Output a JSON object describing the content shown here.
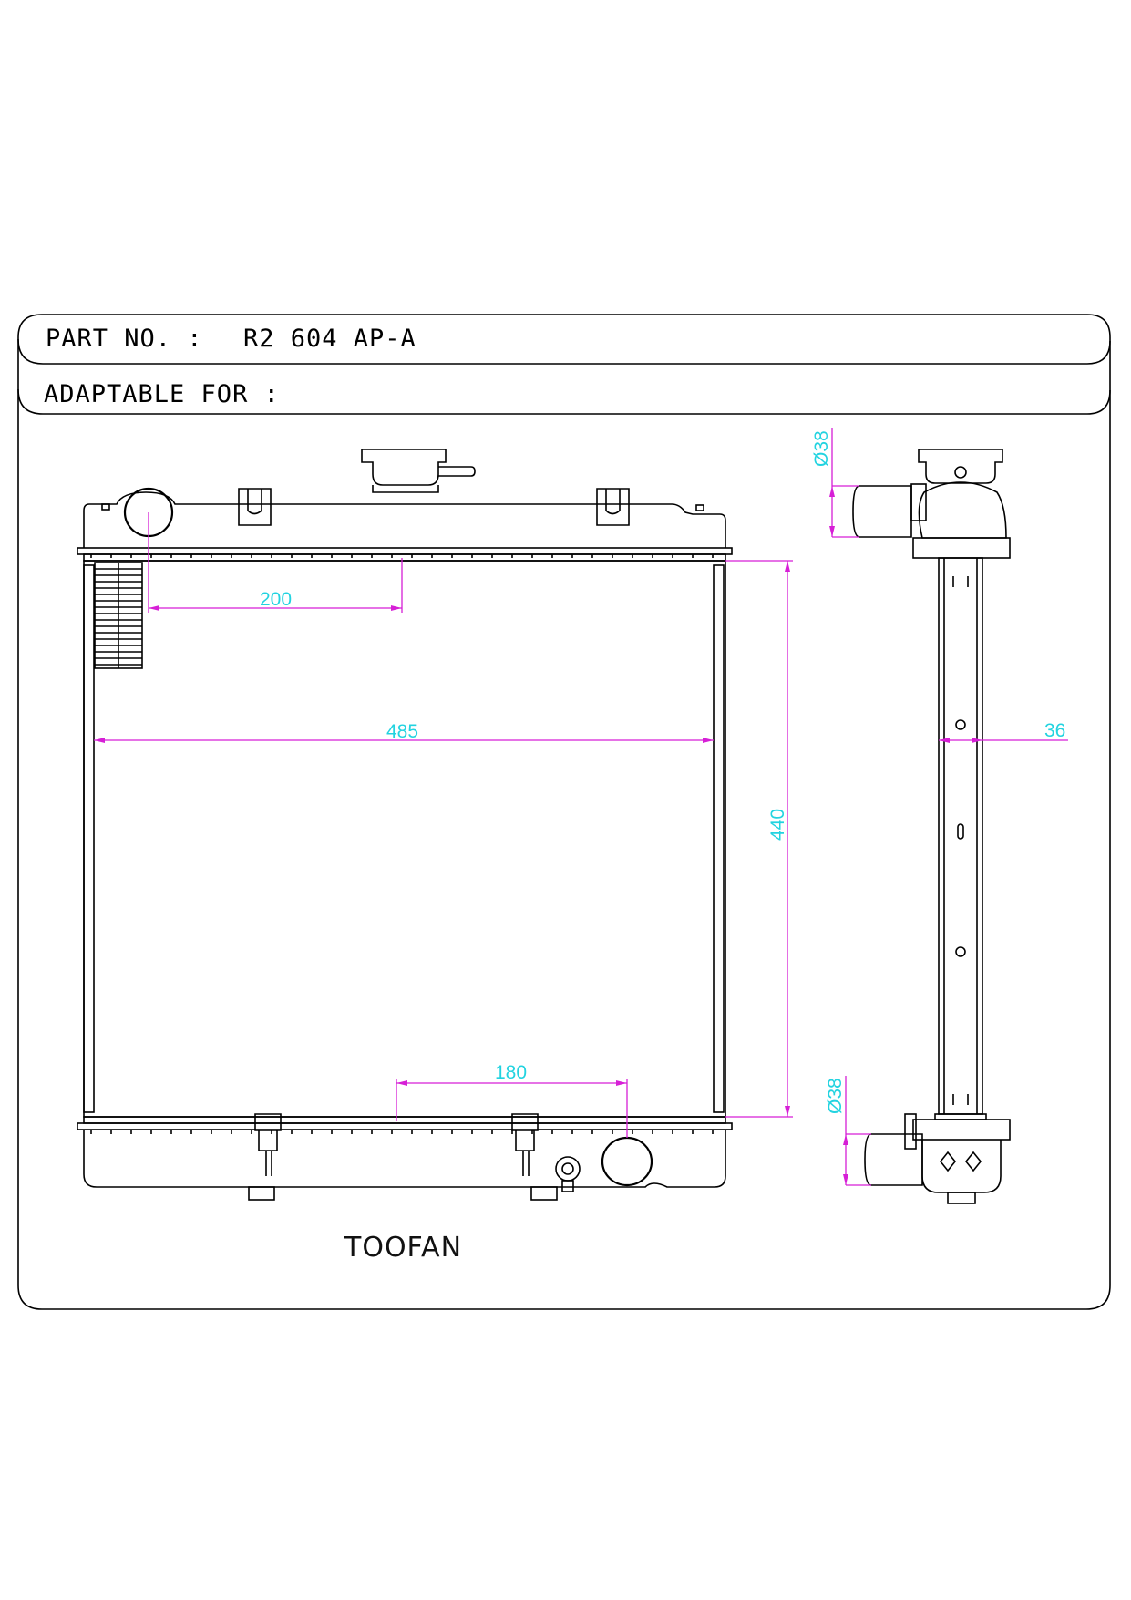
{
  "header": {
    "part_no_label": "PART NO. :",
    "part_no_value": "R2 604 AP-A",
    "adaptable_label": "ADAPTABLE FOR :"
  },
  "dimensions": {
    "inlet_offset": "200",
    "core_width": "485",
    "core_height": "440",
    "outlet_offset": "180",
    "core_thickness": "36",
    "inlet_diameter": "Ø38",
    "outlet_diameter": "Ø38"
  },
  "model_name": "TOOFAN",
  "colors": {
    "dimension_text": "#22d3e0",
    "dimension_lines": "#d61fd6",
    "outline": "#000000"
  }
}
